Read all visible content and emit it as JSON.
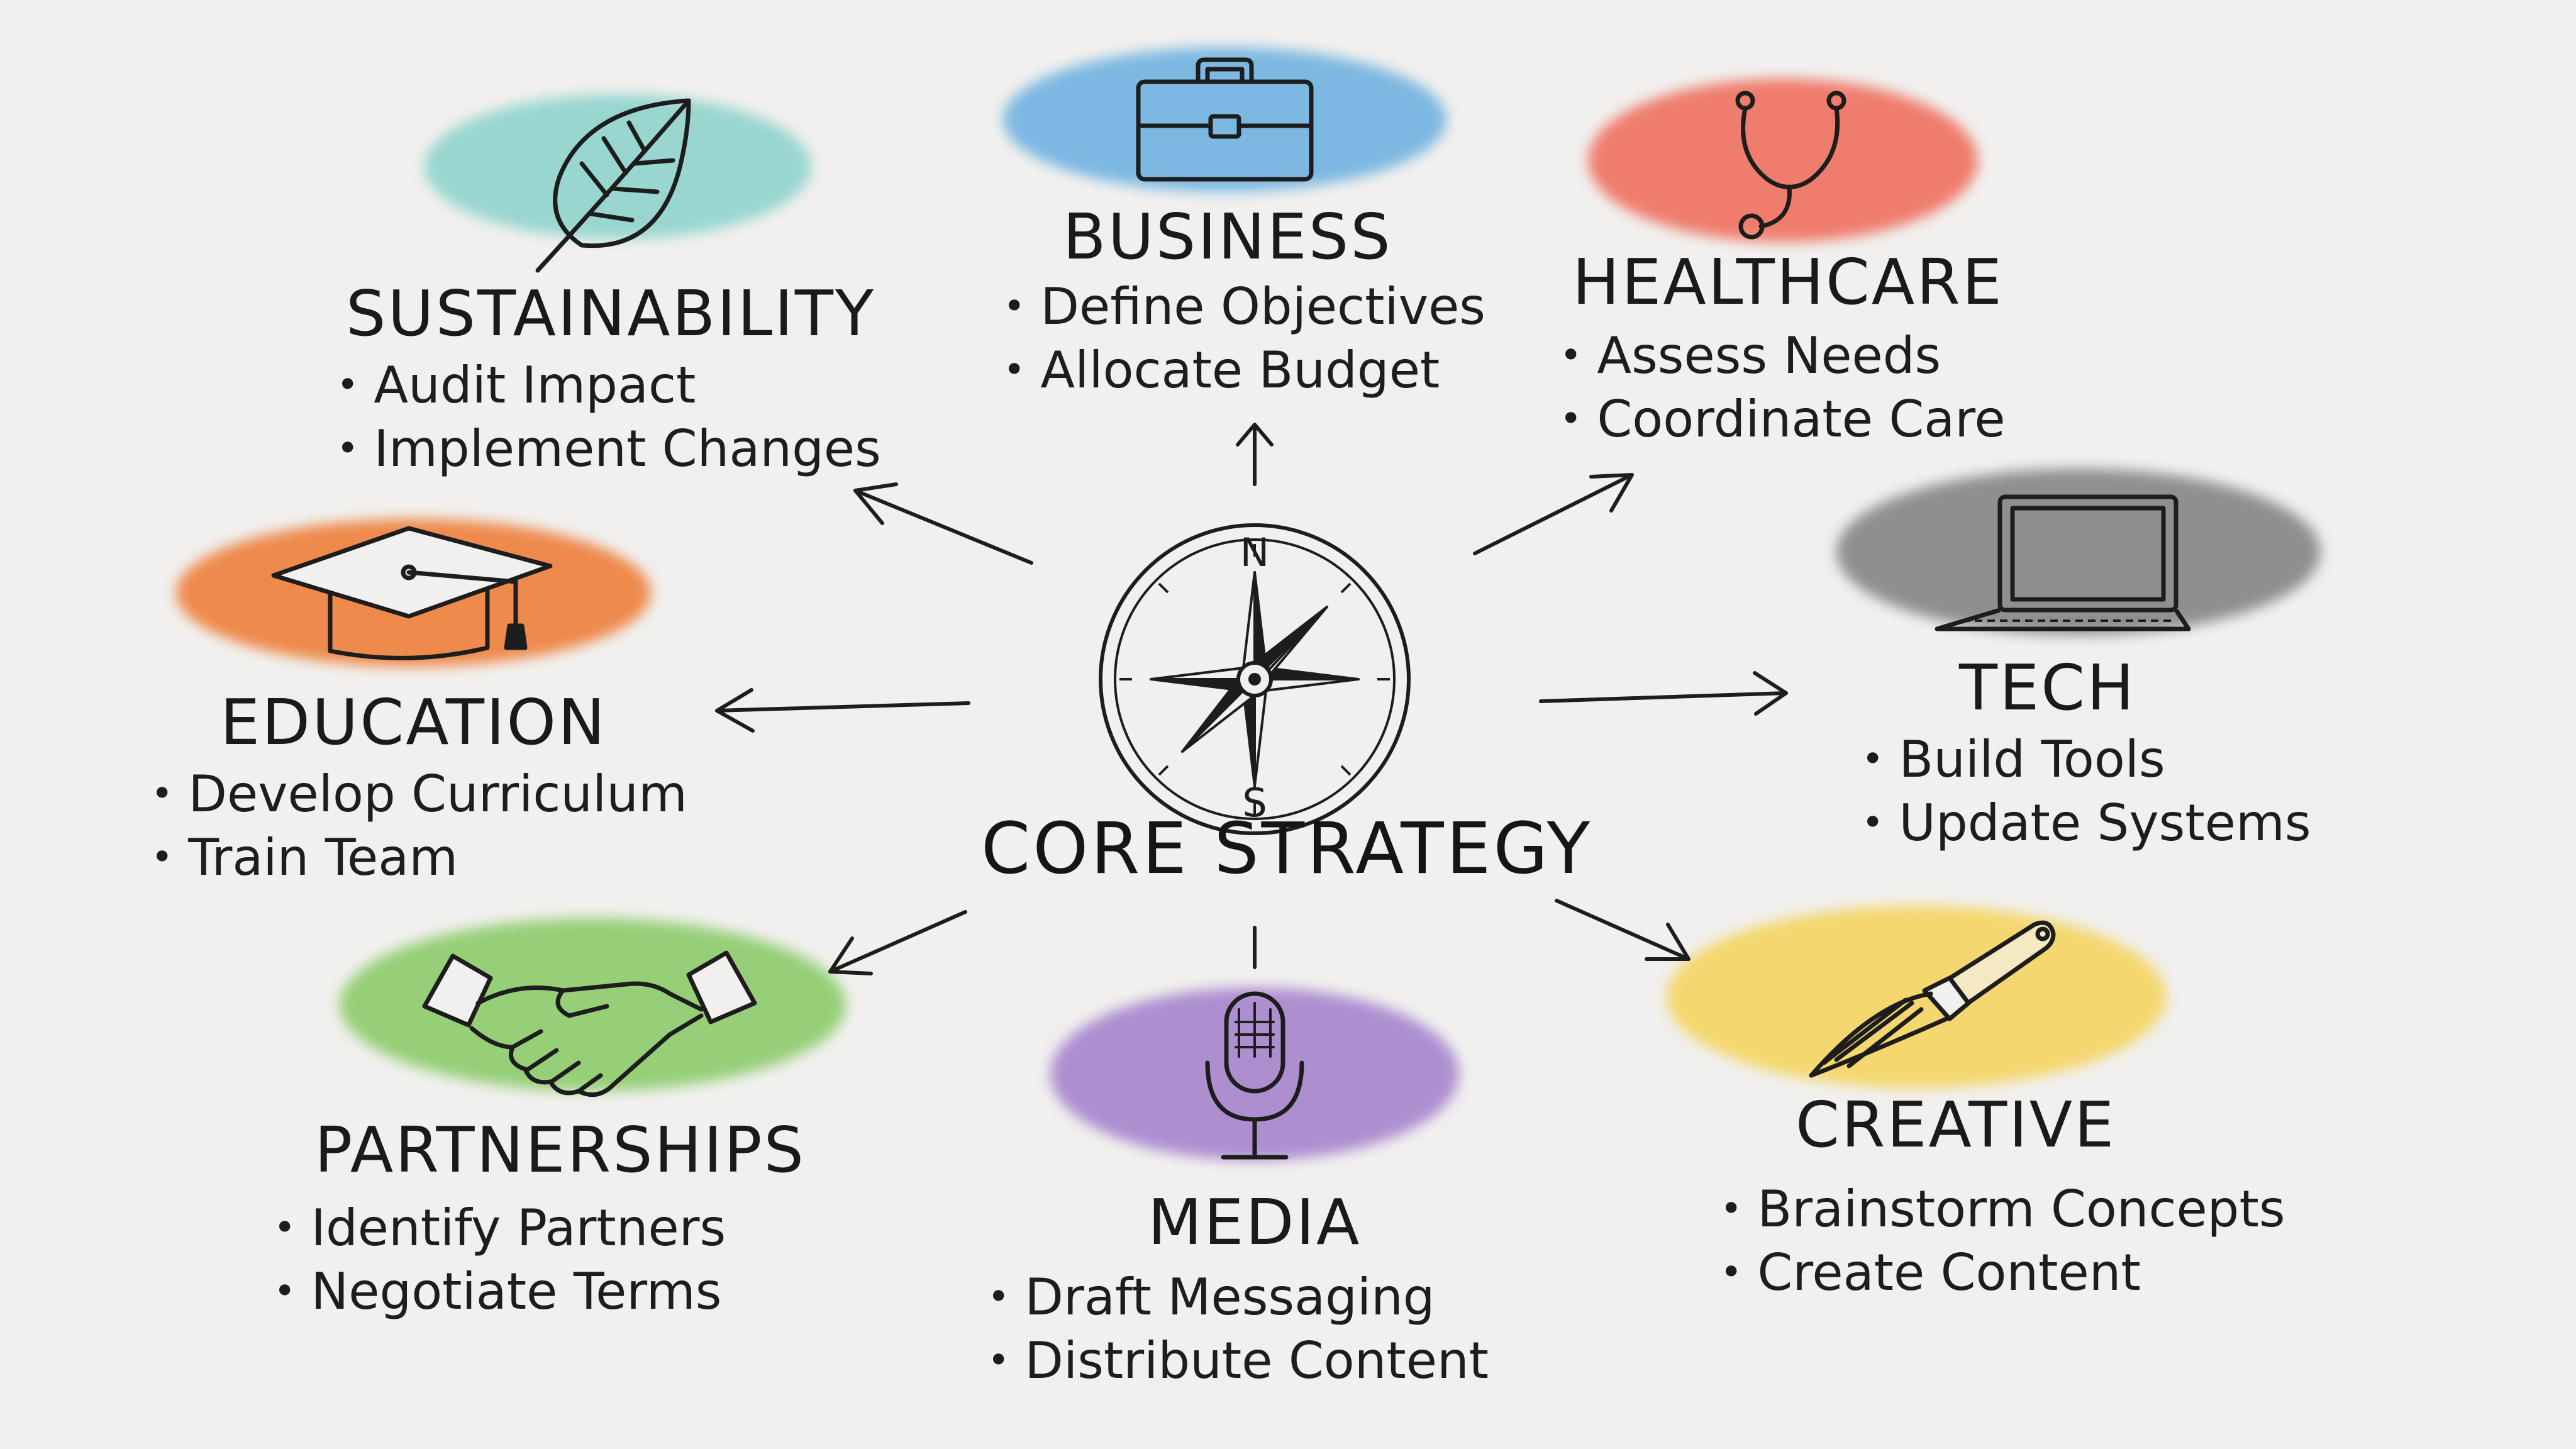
{
  "core": {
    "title": "CORE STRATEGY"
  },
  "compass": {
    "north": "N",
    "south": "S"
  },
  "colors": {
    "business": "#7cb8e2",
    "healthcare": "#ef7d6d",
    "tech": "#8f8f8f",
    "creative": "#f4d76e",
    "media": "#ad8fd0",
    "partnerships": "#96cf78",
    "education": "#ee8a4c",
    "sustainability": "#98d6cf"
  },
  "nodes": {
    "business": {
      "title": "BUSINESS",
      "icon": "briefcase-icon",
      "bullets": [
        "Define Objectives",
        "Allocate Budget"
      ]
    },
    "healthcare": {
      "title": "HEALTHCARE",
      "icon": "stethoscope-icon",
      "bullets": [
        "Assess Needs",
        "Coordinate Care"
      ]
    },
    "tech": {
      "title": "TECH",
      "icon": "laptop-icon",
      "bullets": [
        "Build Tools",
        "Update Systems"
      ]
    },
    "creative": {
      "title": "CREATIVE",
      "icon": "paintbrush-icon",
      "bullets": [
        "Brainstorm Concepts",
        "Create Content"
      ]
    },
    "media": {
      "title": "MEDIA",
      "icon": "microphone-icon",
      "bullets": [
        "Draft Messaging",
        "Distribute Content"
      ]
    },
    "partnerships": {
      "title": "PARTNERSHIPS",
      "icon": "handshake-icon",
      "bullets": [
        "Identify Partners",
        "Negotiate Terms"
      ]
    },
    "education": {
      "title": "EDUCATION",
      "icon": "graduation-cap-icon",
      "bullets": [
        "Develop Curriculum",
        "Train Team"
      ]
    },
    "sustainability": {
      "title": "SUSTAINABILITY",
      "icon": "leaf-icon",
      "bullets": [
        "Audit Impact",
        "Implement Changes"
      ]
    }
  }
}
